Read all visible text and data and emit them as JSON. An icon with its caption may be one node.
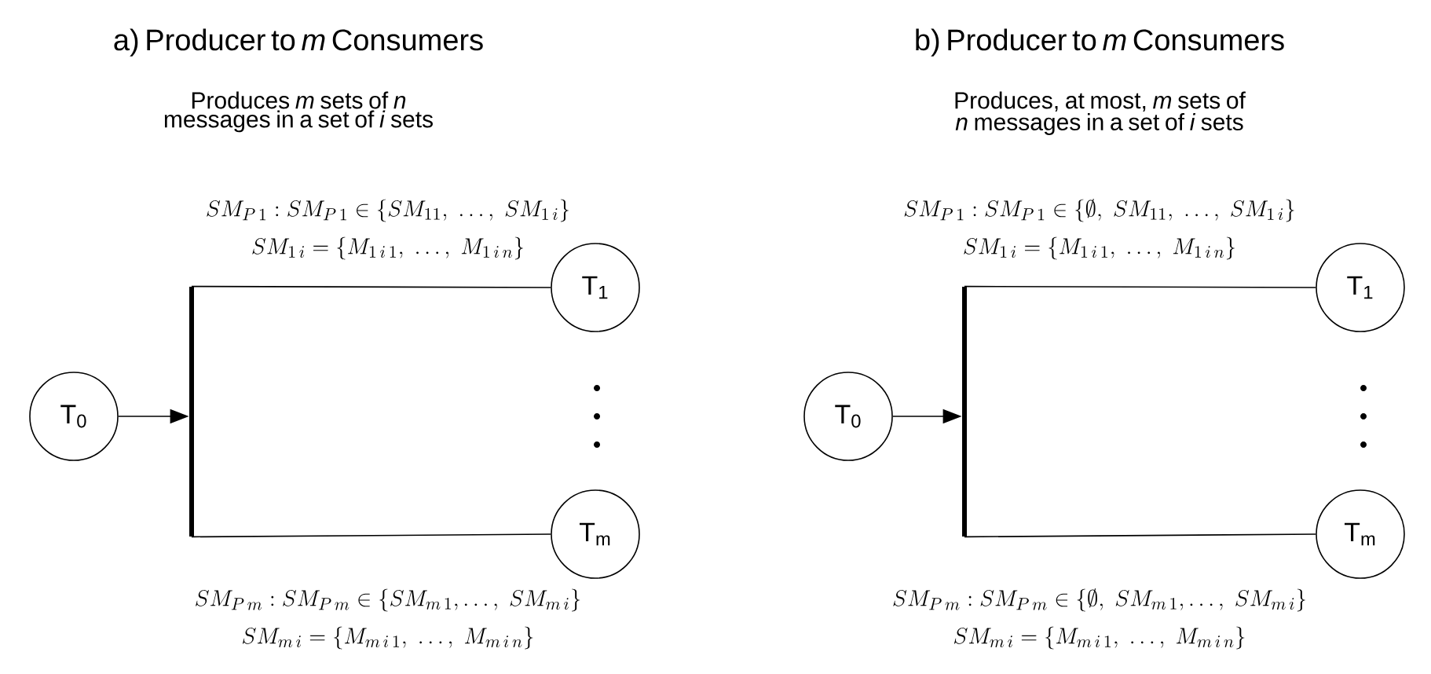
{
  "diagram": {
    "nodes": [
      {
        "text": [
          "T$_{0}$"
        ]
      },
      {
        "text": [],
        "shape": "bar"
      },
      {
        "text": [
          "T$_{1}$"
        ]
      },
      {
        "text": [
          "T$_{m}$"
        ]
      },
      {
        "text": [
          "T$_{0}$"
        ]
      },
      {
        "text": [],
        "shape": "bar"
      },
      {
        "text": [
          "T$_{1}$"
        ]
      },
      {
        "text": [
          "T$_{m}$"
        ]
      }
    ],
    "edges": [
      {
        "from": 0,
        "to": 1,
        "arrow": "to"
      },
      {
        "from": 1,
        "to": 2,
        "arrow": "none"
      },
      {
        "from": 1,
        "to": 3,
        "arrow": "none"
      },
      {
        "from": 4,
        "to": 5,
        "arrow": "to"
      },
      {
        "from": 5,
        "to": 6,
        "arrow": "none"
      },
      {
        "from": 5,
        "to": 7,
        "arrow": "none"
      }
    ],
    "labels": [
      "a) Producer to *m* Consumers",
      "Produces *m* sets of *n* messages in a set of *i* sets",
      "b) Producer to *m* Consumers",
      "Produces, at most, *m* sets of *n* messages in a set of *i* sets",
      "SM_{P\\,1} : SM_{P\\,1} \\in \\{SM_{11},\\ \\ldots,\\ SM_{1\\,i}\\}",
      "SM_{1\\,i} = \\{M_{1\\,i\\,1},\\ \\ldots,\\ M_{1\\,i\\,n}\\}",
      "SM_{P\\,1} : SM_{P\\,1} \\in \\{\\emptyset,\\ SM_{11},\\ \\ldots,\\ SM_{1\\,i}\\}",
      "SM_{1\\,i} = \\{M_{1\\,i\\,1},\\ \\ldots,\\ M_{1\\,i\\,n}\\}",
      "SM_{P\\,m} : SM_{P\\,m} \\in \\{SM_{m\\,1},\\ldots,\\ SM_{m\\,i}\\}",
      "SM_{m\\,i} = \\{M_{m\\,i\\,1},\\ \\ldots,\\ M_{m\\,i\\,n}\\}",
      "SM_{P\\,m} : SM_{P\\,m} \\in \\{\\emptyset,\\ SM_{m\\,1},\\ldots,\\ SM_{m\\,i}\\}",
      "SM_{m\\,i} = \\{M_{m\\,i\\,1},\\ \\ldots,\\ M_{m\\,i\\,n}\\}"
    ]
  }
}
